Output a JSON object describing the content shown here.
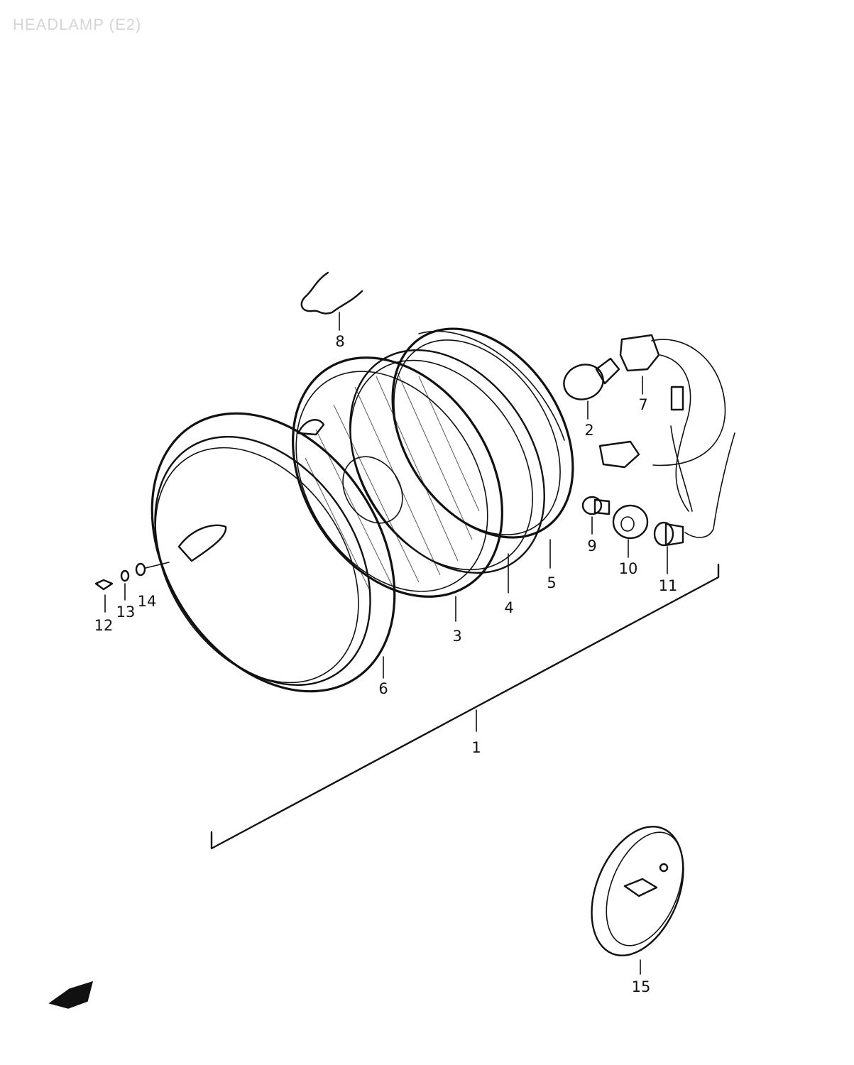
{
  "title": "HEADLAMP (E2)",
  "callouts": [
    "1",
    "2",
    "3",
    "4",
    "5",
    "6",
    "7",
    "8",
    "9",
    "10",
    "11",
    "12",
    "13",
    "14",
    "15"
  ]
}
